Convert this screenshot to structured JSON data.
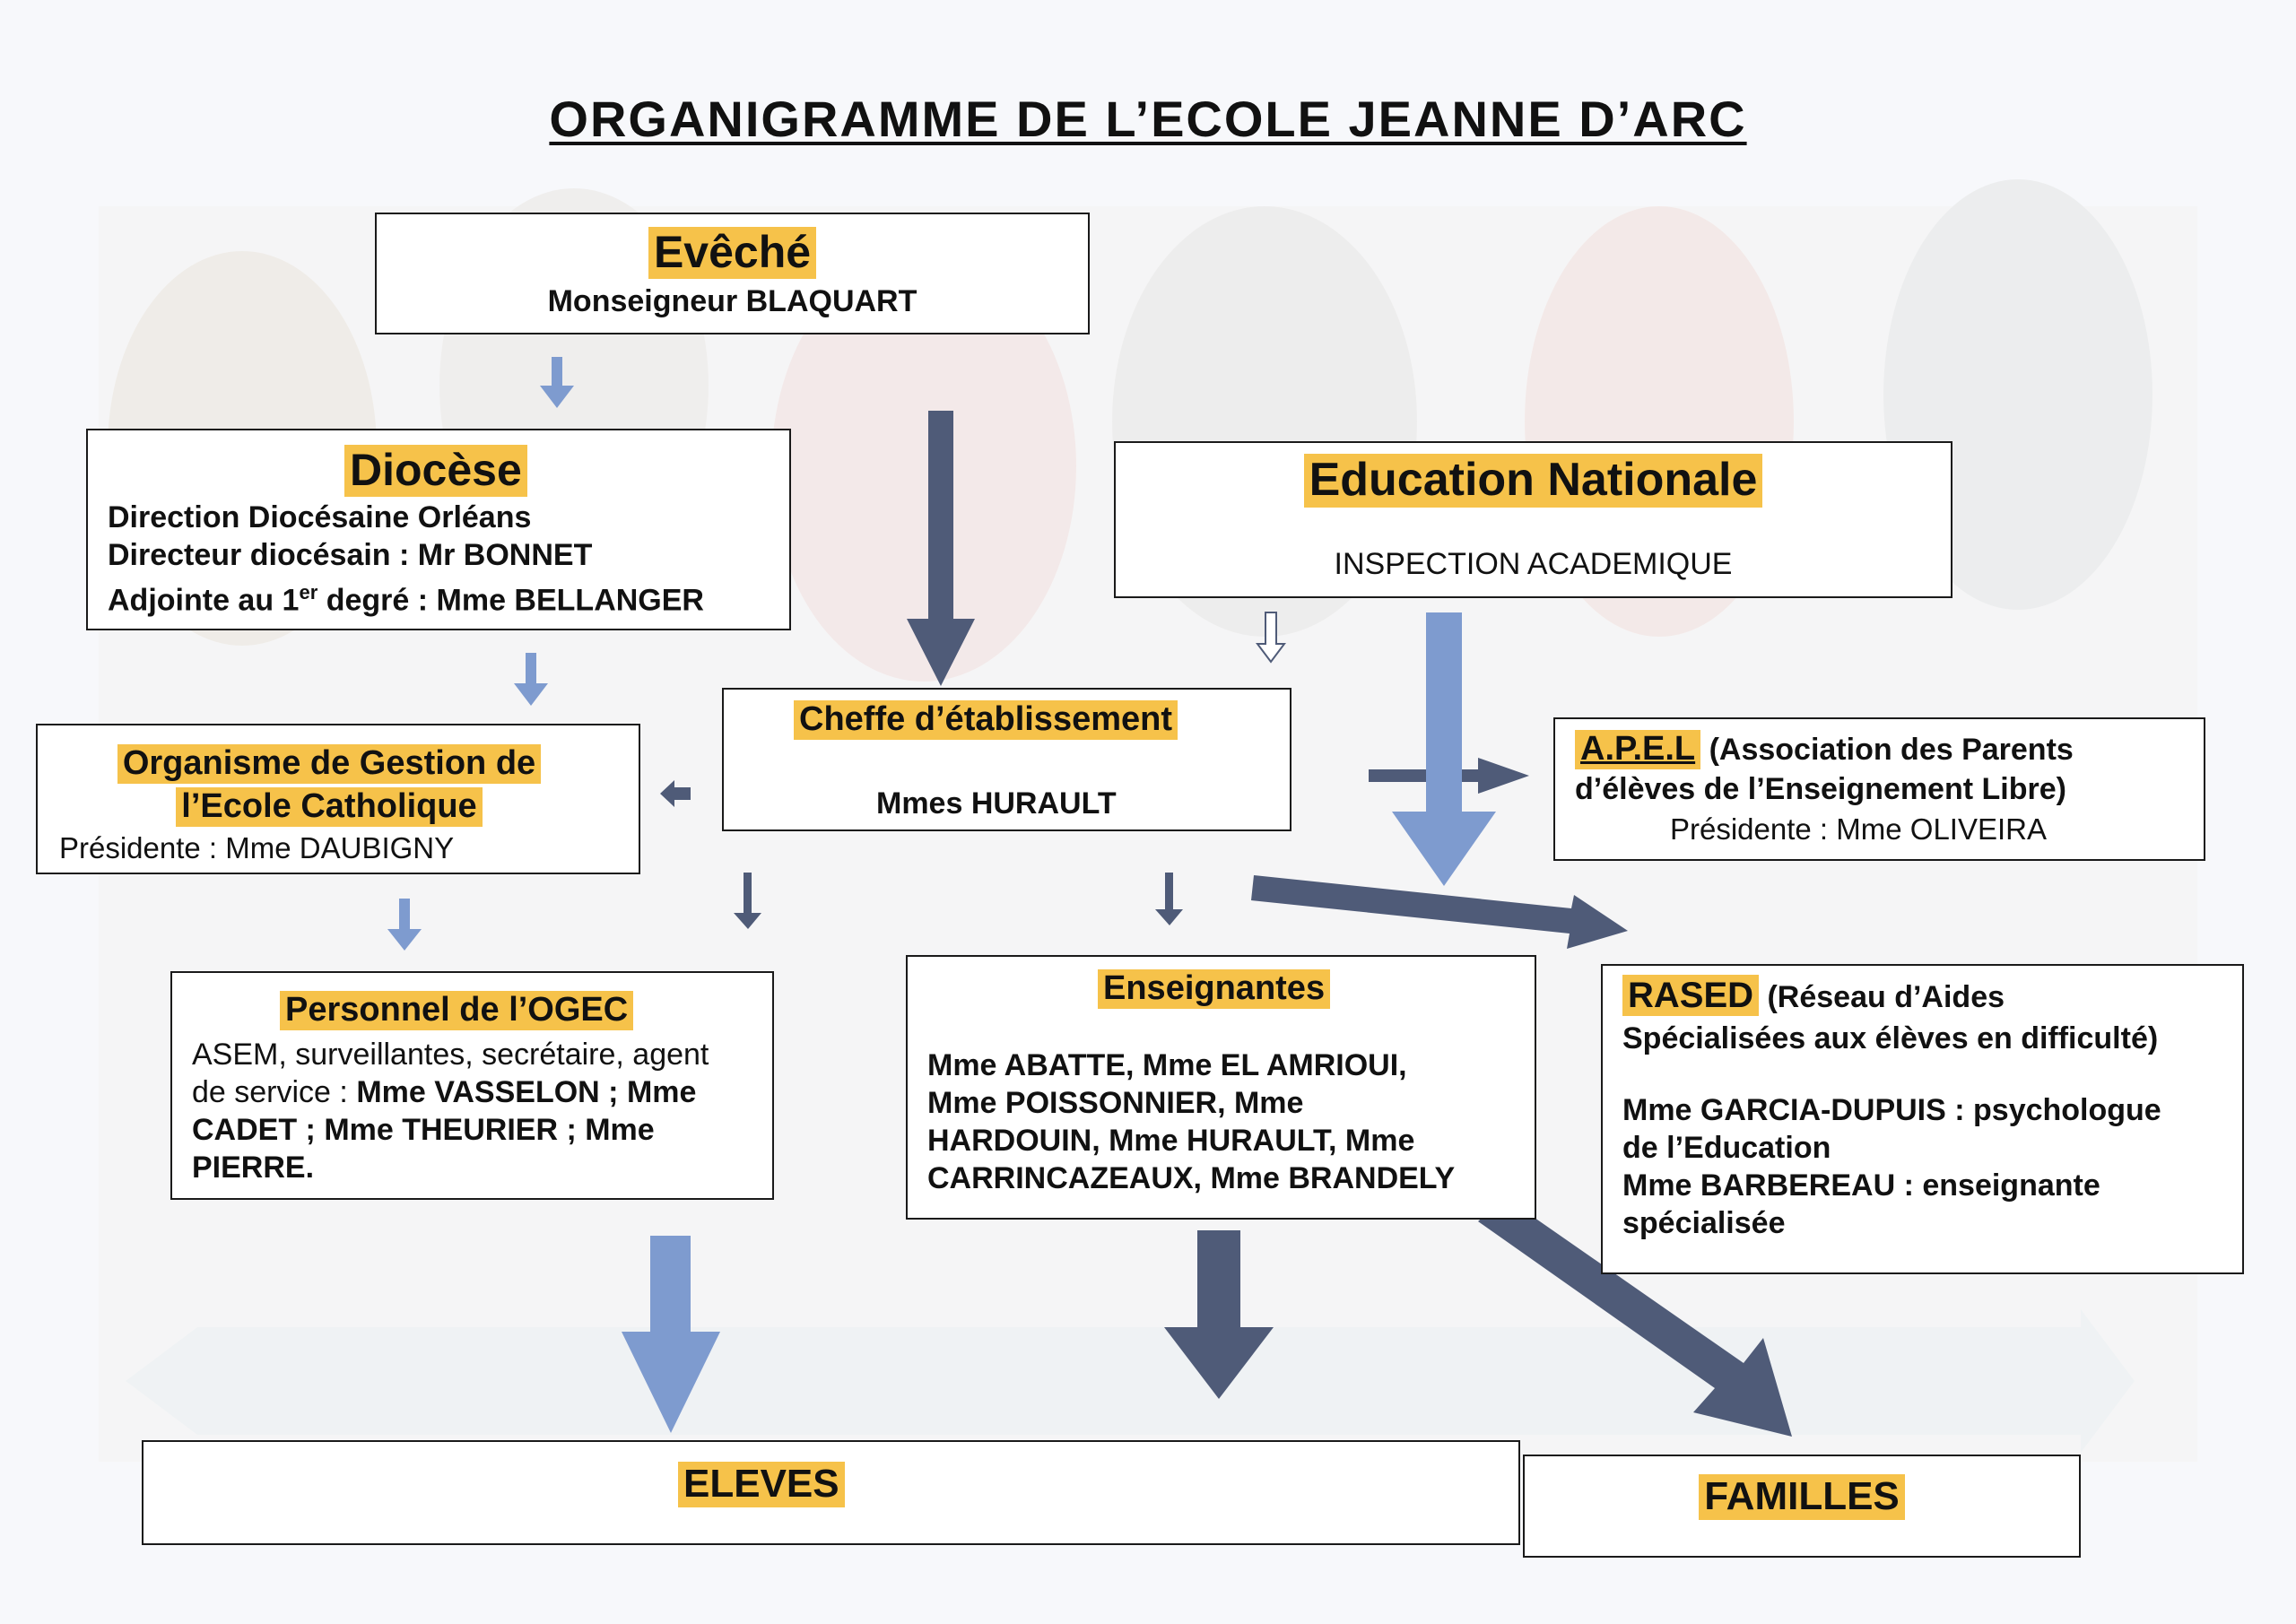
{
  "title": "ORGANIGRAMME  DE  L’ECOLE  JEANNE  D’ARC",
  "colors": {
    "highlight": "#f6c24a",
    "arrow_dark": "#4f5b78",
    "arrow_light": "#7e9bcf"
  },
  "eveche": {
    "heading": "Evêché",
    "line1": "Monseigneur BLAQUART"
  },
  "diocese": {
    "heading": "Diocèse",
    "line1": "Direction Diocésaine Orléans",
    "line2": "Directeur diocésain : Mr BONNET",
    "line3_a": "Adjointe au 1",
    "line3_sup": "er",
    "line3_b": " degré : Mme BELLANGER"
  },
  "education": {
    "heading": "Education Nationale",
    "line1": "INSPECTION ACADEMIQUE"
  },
  "cheffe": {
    "heading": "Cheffe d’établissement",
    "line1": "Mmes HURAULT"
  },
  "ogec": {
    "heading1": "Organisme de Gestion de",
    "heading2": "l’Ecole Catholique",
    "line1": "Présidente : Mme DAUBIGNY"
  },
  "apel": {
    "heading": "A.P.E.L",
    "desc1": " (Association des Parents",
    "desc2": "d’élèves de l’Enseignement Libre)",
    "line1": "Présidente : Mme OLIVEIRA"
  },
  "personnel": {
    "heading": "Personnel de l’OGEC",
    "line1": "ASEM, surveillantes, secrétaire, agent",
    "line2_a": "de service : ",
    "line2_b": "Mme VASSELON ; Mme",
    "line3": "CADET ; Mme THEURIER ; Mme",
    "line4": "PIERRE."
  },
  "enseignantes": {
    "heading": "Enseignantes",
    "line1": "Mme ABATTE, Mme EL AMRIOUI,",
    "line2": "Mme POISSONNIER, Mme",
    "line3": "HARDOUIN, Mme HURAULT, Mme",
    "line4": "CARRINCAZEAUX, Mme BRANDELY"
  },
  "rased": {
    "heading": "RASED",
    "desc1": " (Réseau d’Aides",
    "desc2": "Spécialisées aux élèves en difficulté)",
    "line1": "Mme GARCIA-DUPUIS : psychologue",
    "line2": "de l’Education",
    "line3": "Mme BARBEREAU : enseignante",
    "line4": "spécialisée"
  },
  "eleves": {
    "heading": "ELEVES"
  },
  "familles": {
    "heading": "FAMILLES"
  }
}
